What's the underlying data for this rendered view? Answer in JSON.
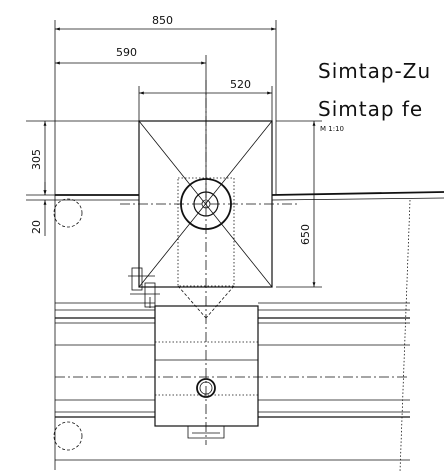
{
  "drawing": {
    "title_line_1": "Simtap-Zu",
    "title_line_2": "Simtap fe",
    "scale": "M 1:10"
  },
  "dimensions": {
    "width_850": "850",
    "width_590": "590",
    "width_520": "520",
    "height_305": "305",
    "height_20": "20",
    "height_650": "650"
  }
}
